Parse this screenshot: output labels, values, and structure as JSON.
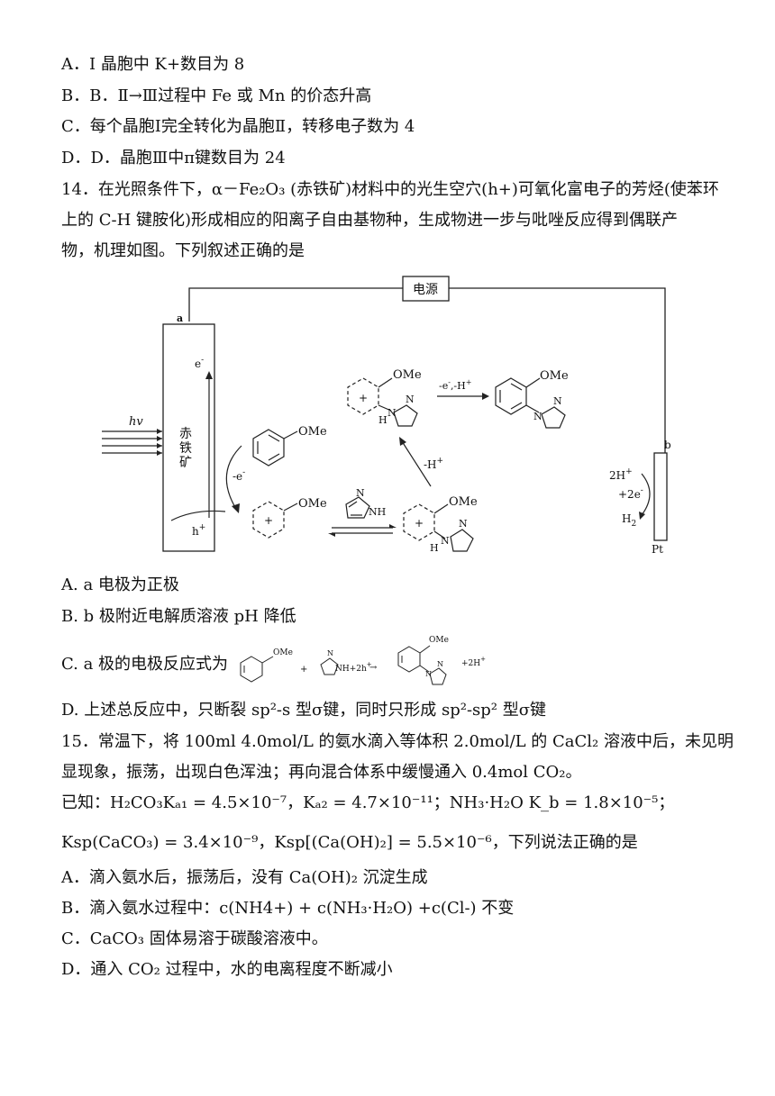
{
  "q13": {
    "optA_label": "A．",
    "optA_text": "Ⅰ  晶胞中 K+数目为 8",
    "optB_label": "B．",
    "optB_text": "B．Ⅱ→Ⅲ过程中 Fe 或 Mn 的价态升高",
    "optC_label": "C．",
    "optC_text": "每个晶胞Ⅰ完全转化为晶胞Ⅱ，转移电子数为 4",
    "optD_label": "D．",
    "optD_text": "D．晶胞Ⅲ中π键数目为 24"
  },
  "q14": {
    "number": "14．",
    "stem_line1": "在光照条件下，α－Fe₂O₃ (赤铁矿)材料中的光生空穴(h+)可氧化富电子的芳烃(使苯环",
    "stem_line2": "上的 C-H 键胺化)形成相应的阳离子自由基物种，生成物进一步与吡唑反应得到偶联产",
    "stem_line3": "物，机理如图。下列叙述正确的是",
    "diagram": {
      "power_label": "电源",
      "electrode_a": "a",
      "electrode_b": "b",
      "hematite_label": "赤铁矿",
      "light_label": "hv",
      "electron_label": "e-",
      "hole_label": "h+",
      "minus_e": "-e-",
      "minus_e_minus_h": "-e-,-H+",
      "minus_h": "-H+",
      "ome": "OMe",
      "nh": "NH",
      "h_atom": "H",
      "n_atom": "N",
      "cathode_reaction_1": "2H+",
      "cathode_reaction_2": "+2e-",
      "cathode_reaction_3": "H2",
      "pt_label": "Pt"
    },
    "optA": "A. a 电极为正极",
    "optB": "B. b 极附近电解质溶液 pH 降低",
    "optC_prefix": "C. a 极的电极反应式为",
    "optC_plus1": "+",
    "optC_mid": "NH+2h",
    "optC_arrow": "→",
    "optC_end": "+2H",
    "optD": "D. 上述总反应中，只断裂 sp²-s 型σ键，同时只形成 sp²-sp² 型σ键"
  },
  "q15": {
    "number": "15．",
    "stem_line1": "常温下，将 100ml 4.0mol/L 的氨水滴入等体积 2.0mol/L 的 CaCl₂ 溶液中后，未见明",
    "stem_line2": "显现象，振荡，出现白色浑浊；再向混合体系中缓慢通入 0.4mol CO₂。",
    "known_line1": "已知：H₂CO₃Kₐ₁ = 4.5×10⁻⁷，Kₐ₂ = 4.7×10⁻¹¹；NH₃·H₂O K_b = 1.8×10⁻⁵；",
    "known_line2": "Ksp(CaCO₃) = 3.4×10⁻⁹，Ksp[(Ca(OH)₂] = 5.5×10⁻⁶，下列说法正确的是",
    "optA": "A．滴入氨水后，振荡后，没有 Ca(OH)₂ 沉淀生成",
    "optB": "B．滴入氨水过程中：c(NH4+) + c(NH₃·H₂O) +c(Cl-)  不变",
    "optC": "C．CaCO₃ 固体易溶于碳酸溶液中。",
    "optD": "D．通入 CO₂ 过程中，水的电离程度不断减小"
  }
}
